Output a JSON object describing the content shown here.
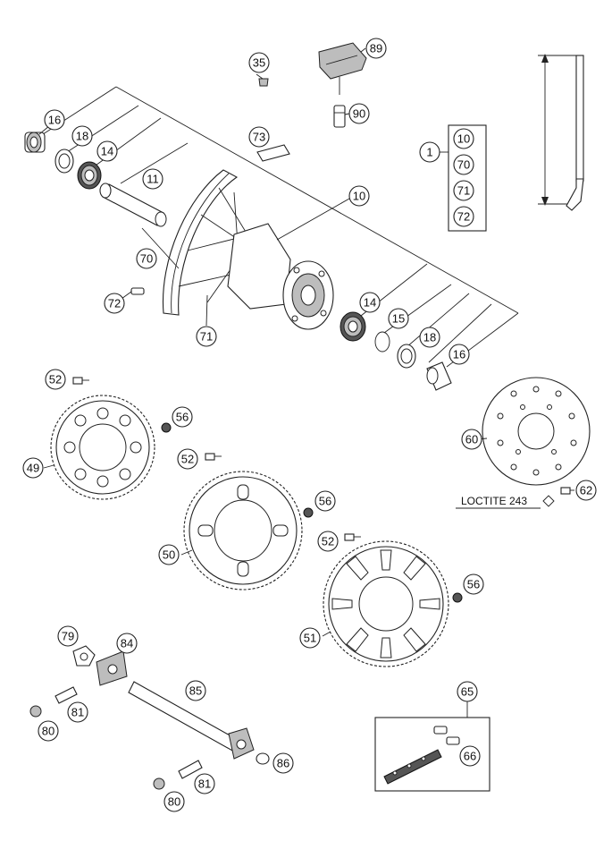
{
  "callouts": {
    "c16a": "16",
    "c18a": "18",
    "c14a": "14",
    "c11": "11",
    "c35": "35",
    "c89": "89",
    "c90": "90",
    "c73": "73",
    "c1": "1",
    "b10": "10",
    "b70": "70",
    "b71": "71",
    "b72": "72",
    "c10": "10",
    "c70": "70",
    "c72": "72",
    "c71": "71",
    "c14b": "14",
    "c15": "15",
    "c18b": "18",
    "c16b": "16",
    "c52a": "52",
    "c56a": "56",
    "c49": "49",
    "c52b": "52",
    "c56b": "56",
    "c50": "50",
    "c52c": "52",
    "c56c": "56",
    "c51": "51",
    "c60": "60",
    "c62": "62",
    "c79": "79",
    "c84": "84",
    "c85": "85",
    "c81a": "81",
    "c80a": "80",
    "c86": "86",
    "c81b": "81",
    "c80b": "80",
    "c65": "65",
    "c66": "66"
  },
  "notes": {
    "loctite": "LOCTITE 243"
  }
}
